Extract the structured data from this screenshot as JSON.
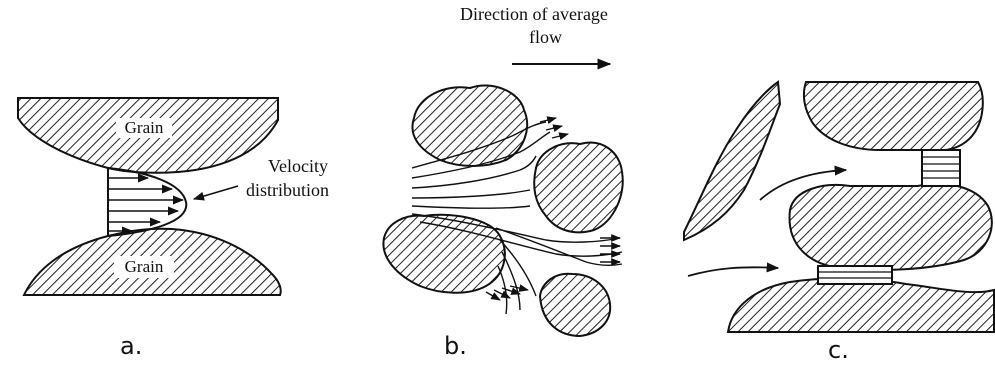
{
  "panel_a": {
    "grain_top": "Grain",
    "grain_bottom": "Grain",
    "velocity_label_line1": "Velocity",
    "velocity_label_line2": "distribution",
    "caption": "a."
  },
  "panel_b": {
    "direction_line1": "Direction of average",
    "direction_line2": "flow",
    "caption": "b."
  },
  "panel_c": {
    "caption": "c."
  }
}
